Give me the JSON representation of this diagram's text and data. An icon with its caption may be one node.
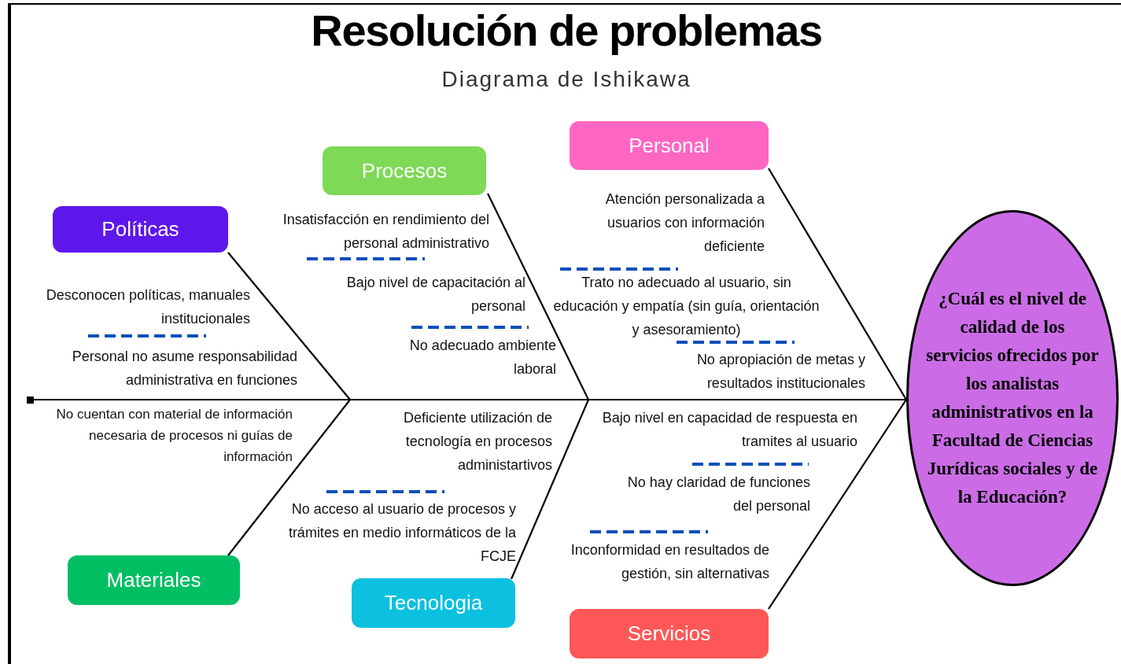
{
  "diagram": {
    "title": "Resolución de problemas",
    "caption": "Diagrama de Ishikawa",
    "nodes": [
      {
        "text": [
          "Procesos"
        ]
      },
      {
        "text": [
          "Personal"
        ]
      },
      {
        "text": [
          "Políticas"
        ]
      },
      {
        "text": [
          "Materiales"
        ]
      },
      {
        "text": [
          "Tecnologia"
        ]
      },
      {
        "text": [
          "Servicios"
        ]
      },
      {
        "text": [
          "¿Cuál es el nivel de calidad de los servicios ofrecidos por los analistas administrativos en la Facultad de Ciencias Jurídicas sociales y de la Educación?"
        ]
      },
      {
        "text": [],
        "shape": "box"
      }
    ],
    "edges": [
      {
        "from": 7,
        "to": 6,
        "arrow": "none"
      },
      {
        "from": 2,
        "to": null,
        "arrow": "none"
      },
      {
        "from": 0,
        "to": null,
        "arrow": "none"
      },
      {
        "from": 1,
        "to": 6,
        "arrow": "none"
      },
      {
        "from": 3,
        "to": null,
        "arrow": "none"
      },
      {
        "from": 4,
        "to": null,
        "arrow": "none"
      },
      {
        "from": 5,
        "to": 6,
        "arrow": "none"
      }
    ],
    "labels": [
      "Insatisfacción en rendimiento del personal administrativo",
      "Atención personalizada a usuarios con información deficiente",
      "Desconocen políticas, manuales institucionales",
      "Bajo nivel de capacitación al personal",
      "Trato no adecuado al usuario, sin educación y empatía (sin guía, orientación y asesoramiento)",
      "Personal no asume responsabilidad administrativa en funciones",
      "No adecuado ambiente laboral",
      "No apropiación de metas y resultados institucionales",
      "No cuentan con material de información necesaria de procesos ni guías de información",
      "Deficiente utilización de tecnología en procesos administartivos",
      "Bajo nivel en capacidad de respuesta en tramites al usuario",
      "No acceso al usuario de procesos y trámites en medio informáticos de la FCJE",
      "No hay claridad de funciones del personal",
      "Inconformidad en resultados de gestión, sin alternativas"
    ]
  }
}
